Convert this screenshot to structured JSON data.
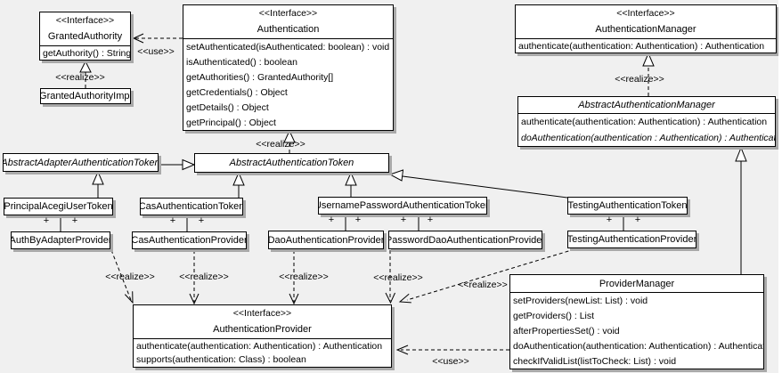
{
  "labels": {
    "realize": "<<realize>>",
    "use": "<<use>>",
    "plus": "+"
  },
  "colors": {
    "background": "#f0f0f0",
    "box_fill": "#ffffff",
    "box_border": "#000000",
    "box_shadow": "#a9a9a9",
    "line": "#000000"
  },
  "classes": {
    "granted_authority": {
      "stereotype": "<<Interface>>",
      "name": "GrantedAuthority",
      "methods": [
        "getAuthority() : String"
      ]
    },
    "granted_authority_impl": {
      "name": "GrantedAuthorityImpl"
    },
    "authentication": {
      "stereotype": "<<Interface>>",
      "name": "Authentication",
      "methods": [
        "setAuthenticated(isAuthenticated: boolean) : void",
        "isAuthenticated() : boolean",
        "getAuthorities() : GrantedAuthority[]",
        "getCredentials() : Object",
        "getDetails() : Object",
        "getPrincipal() : Object"
      ]
    },
    "authentication_manager": {
      "stereotype": "<<Interface>>",
      "name": "AuthenticationManager",
      "methods": [
        "authenticate(authentication: Authentication) : Authentication"
      ]
    },
    "abstract_authentication_manager": {
      "name": "AbstractAuthenticationManager",
      "methods": [
        "authenticate(authentication: Authentication) : Authentication",
        "doAuthentication(authentication : Authentication) : Authentication"
      ]
    },
    "abstract_adapter_authentication_token": {
      "name": "AbstractAdapterAuthenticationToken"
    },
    "abstract_authentication_token": {
      "name": "AbstractAuthenticationToken"
    },
    "principal_acegi_user_token": {
      "name": "PrincipalAcegiUserToken"
    },
    "cas_authentication_token": {
      "name": "CasAuthenticationToken"
    },
    "username_password_authentication_token": {
      "name": "UsernamePasswordAuthenticationToken"
    },
    "testing_authentication_token": {
      "name": "TestingAuthenticationToken"
    },
    "auth_by_adapter_provider": {
      "name": "AuthByAdapterProvider"
    },
    "cas_authentication_provider": {
      "name": "CasAuthenticationProvider"
    },
    "dao_authentication_provider": {
      "name": "DaoAuthenticationProvider"
    },
    "password_dao_authentication_provider": {
      "name": "PasswordDaoAuthenticationProvider"
    },
    "testing_authentication_provider": {
      "name": "TestingAuthenticationProvider"
    },
    "authentication_provider": {
      "stereotype": "<<Interface>>",
      "name": "AuthenticationProvider",
      "methods": [
        "authenticate(authentication: Authentication) : Authentication",
        "supports(authentication: Class) : boolean"
      ]
    },
    "provider_manager": {
      "name": "ProviderManager",
      "methods": [
        "setProviders(newList: List) : void",
        "getProviders() : List",
        "afterPropertiesSet() : void",
        "doAuthentication(authentication: Authentication) : Authentication",
        "checkIfValidList(listToCheck: List) : void"
      ]
    }
  }
}
